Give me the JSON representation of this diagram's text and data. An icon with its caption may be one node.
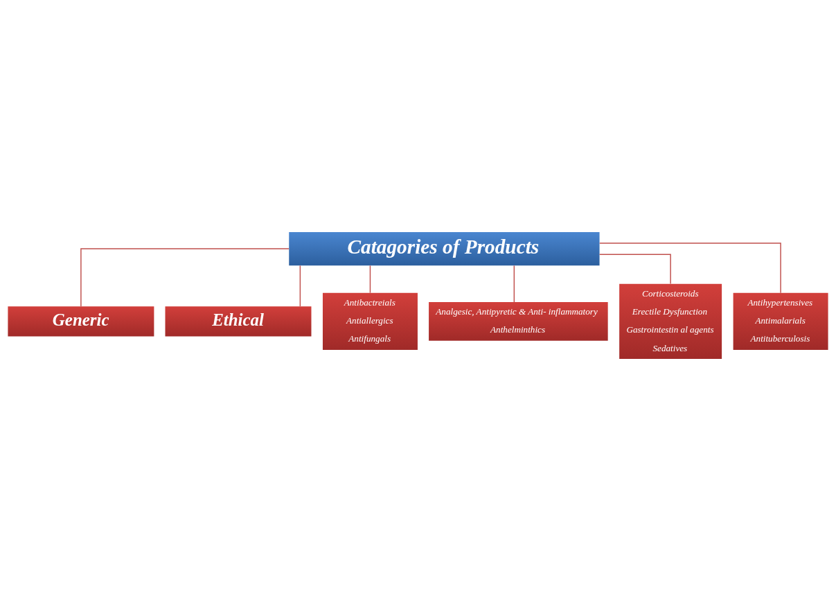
{
  "diagram": {
    "nodes": [
      {
        "text": [
          "Catagories of Products"
        ]
      },
      {
        "text": [
          "Generic"
        ]
      },
      {
        "text": [
          "Ethical"
        ]
      },
      {
        "text": [
          "Antibactreials",
          "Antiallergics",
          "Antifungals"
        ]
      },
      {
        "text": [
          "Analgesic, Antipyretic & Anti- inflammatory",
          "Anthelminthics"
        ]
      },
      {
        "text": [
          "Corticosteroids",
          "Erectile Dysfunction",
          "Gastrointestin al agents",
          "Sedatives"
        ]
      },
      {
        "text": [
          "Antihypertensives",
          "Antimalarials",
          "Antituberculosis"
        ]
      }
    ],
    "edges": [
      {
        "from": 0,
        "to": 1,
        "arrow": "none"
      },
      {
        "from": 0,
        "to": 2,
        "arrow": "none"
      },
      {
        "from": 0,
        "to": 3,
        "arrow": "none"
      },
      {
        "from": 0,
        "to": 4,
        "arrow": "none"
      },
      {
        "from": 0,
        "to": 5,
        "arrow": "none"
      },
      {
        "from": 0,
        "to": 6,
        "arrow": "none"
      }
    ]
  }
}
